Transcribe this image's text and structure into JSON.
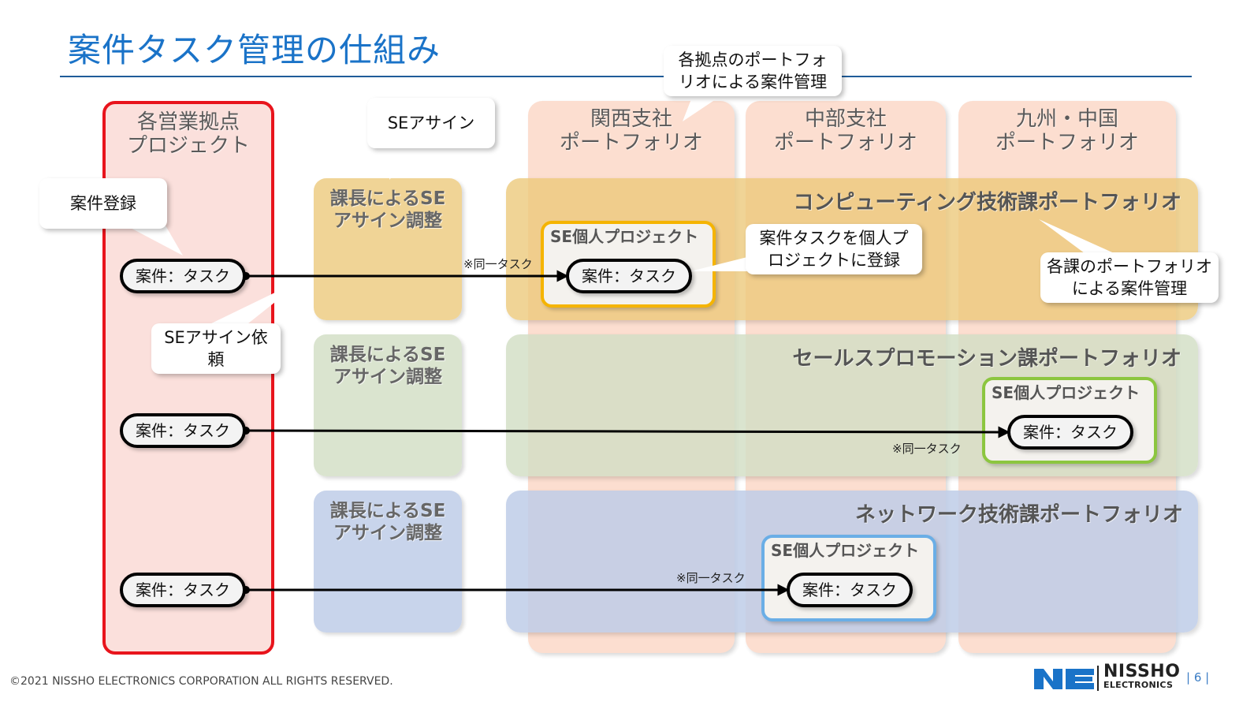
{
  "title": "案件タスク管理の仕組み",
  "columns": {
    "sales": "各営業拠点\nプロジェクト",
    "kansai": "関西支社\nポートフォリオ",
    "chubu": "中部支社\nポートフォリオ",
    "kyushu": "九州・中国\nポートフォリオ"
  },
  "bands": {
    "computing": "コンピューティング技術課ポートフォリオ",
    "sales_promo": "セールスプロモーション課ポートフォリオ",
    "network": "ネットワーク技術課ポートフォリオ"
  },
  "manager_assign": "課長によるSE\nアサイン調整",
  "se_project": "SE個人プロジェクト",
  "task": "案件：タスク",
  "same_task_note": "※同一タスク",
  "callouts": {
    "register": "案件登録",
    "se_assign": "SEアサイン",
    "se_request": "SEアサイン依\n頼",
    "branch_portfolio": "各拠点のポートフォ\nリオによる案件管理",
    "personal_register": "案件タスクを個人プ\nロジェクトに登録",
    "dept_portfolio": "各課のポートフォリオ\nによる案件管理"
  },
  "footer": "©2021 NISSHO ELECTRONICS CORPORATION ALL RIGHTS RESERVED.",
  "logo": {
    "name": "NISSHO",
    "sub": "ELECTRONICS"
  },
  "page_number": "| 6 |",
  "colors": {
    "title": "#1a73c8",
    "sales_border": "#e8141c",
    "se_proj_yellow": "#f5b400",
    "se_proj_green": "#8cc63f",
    "se_proj_blue": "#6aaee6"
  }
}
